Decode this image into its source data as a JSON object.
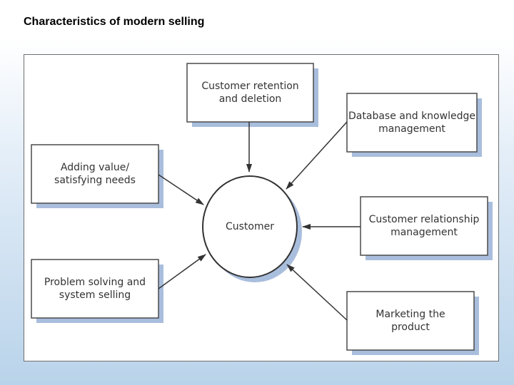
{
  "slide": {
    "title": "Characteristics of modern selling"
  },
  "diagram": {
    "center_label": "Customer",
    "boxes": {
      "retention": "Customer retention\nand deletion",
      "database": "Database and knowledge\nmanagement",
      "adding_value": "Adding value/\nsatisfying needs",
      "crm": "Customer relationship\nmanagement",
      "problem_solving": "Problem solving and\nsystem selling",
      "marketing": "Marketing the\nproduct"
    }
  },
  "colors": {
    "box_border": "#4a4a4a",
    "box_shadow": "#a9bedd",
    "arrow": "#333333",
    "text": "#333333"
  }
}
